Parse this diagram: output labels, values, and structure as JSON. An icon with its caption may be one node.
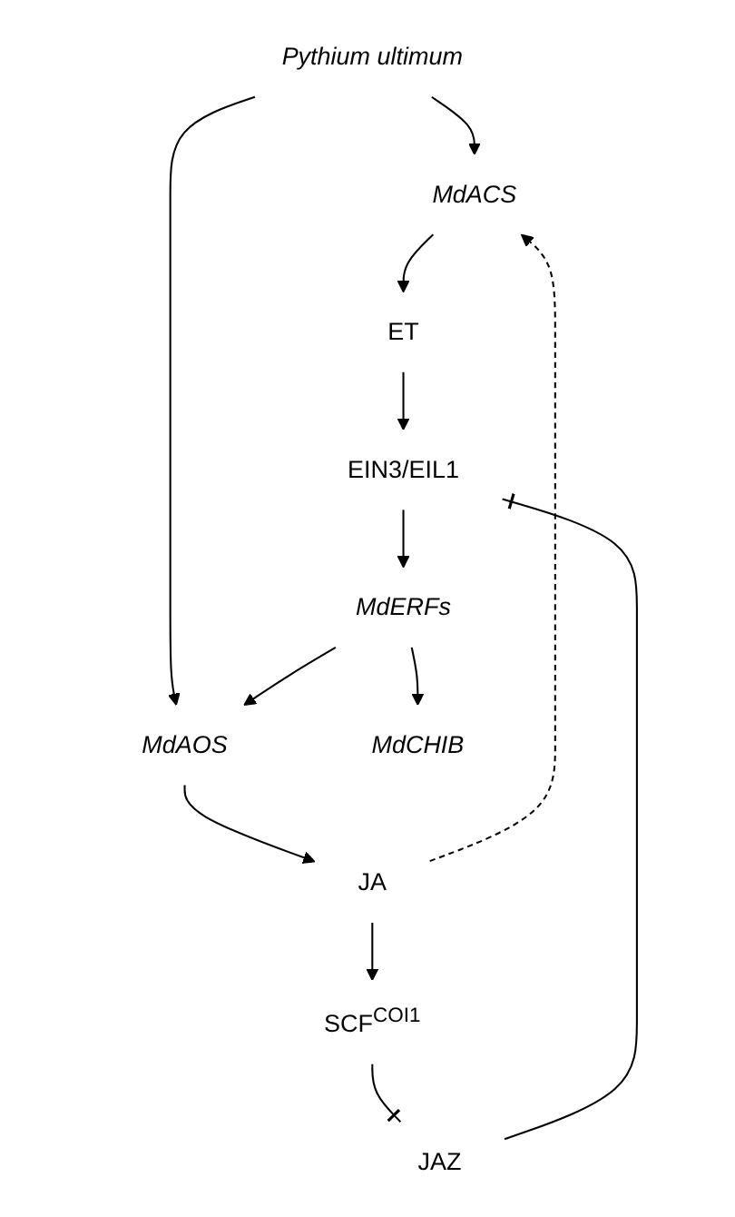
{
  "diagram": {
    "nodes": [
      {
        "text": [
          "Pythium ultimum"
        ]
      },
      {
        "text": [
          "MdACS"
        ]
      },
      {
        "text": [
          "MdAOS"
        ]
      },
      {
        "text": [
          "ET"
        ]
      },
      {
        "text": [
          "JA"
        ]
      },
      {
        "text": [
          "SCF$^{COI1}$"
        ]
      },
      {
        "text": [
          "JAZ"
        ]
      },
      {
        "text": [
          "EIN3/EIL1"
        ]
      },
      {
        "text": [
          "MdERFs"
        ]
      },
      {
        "text": [
          "MdCHIB"
        ]
      }
    ],
    "edges": [
      {
        "from": 0,
        "to": 1,
        "arrow": "to"
      },
      {
        "from": 0,
        "to": 2,
        "arrow": "to"
      },
      {
        "from": 1,
        "to": 3,
        "arrow": "to"
      },
      {
        "from": 2,
        "to": 4,
        "arrow": "to"
      },
      {
        "from": 4,
        "to": 1,
        "arrow": "to",
        "style": "dashed"
      },
      {
        "from": 4,
        "to": 5,
        "arrow": "to"
      },
      {
        "from": 5,
        "to": 6,
        "arrow": "other"
      },
      {
        "from": 3,
        "to": 7,
        "arrow": "to"
      },
      {
        "from": 6,
        "to": 7,
        "arrow": "other"
      },
      {
        "from": 7,
        "to": 8,
        "arrow": "to"
      },
      {
        "from": 8,
        "to": 2,
        "arrow": "to"
      },
      {
        "from": 8,
        "to": 9,
        "arrow": "to"
      }
    ]
  }
}
